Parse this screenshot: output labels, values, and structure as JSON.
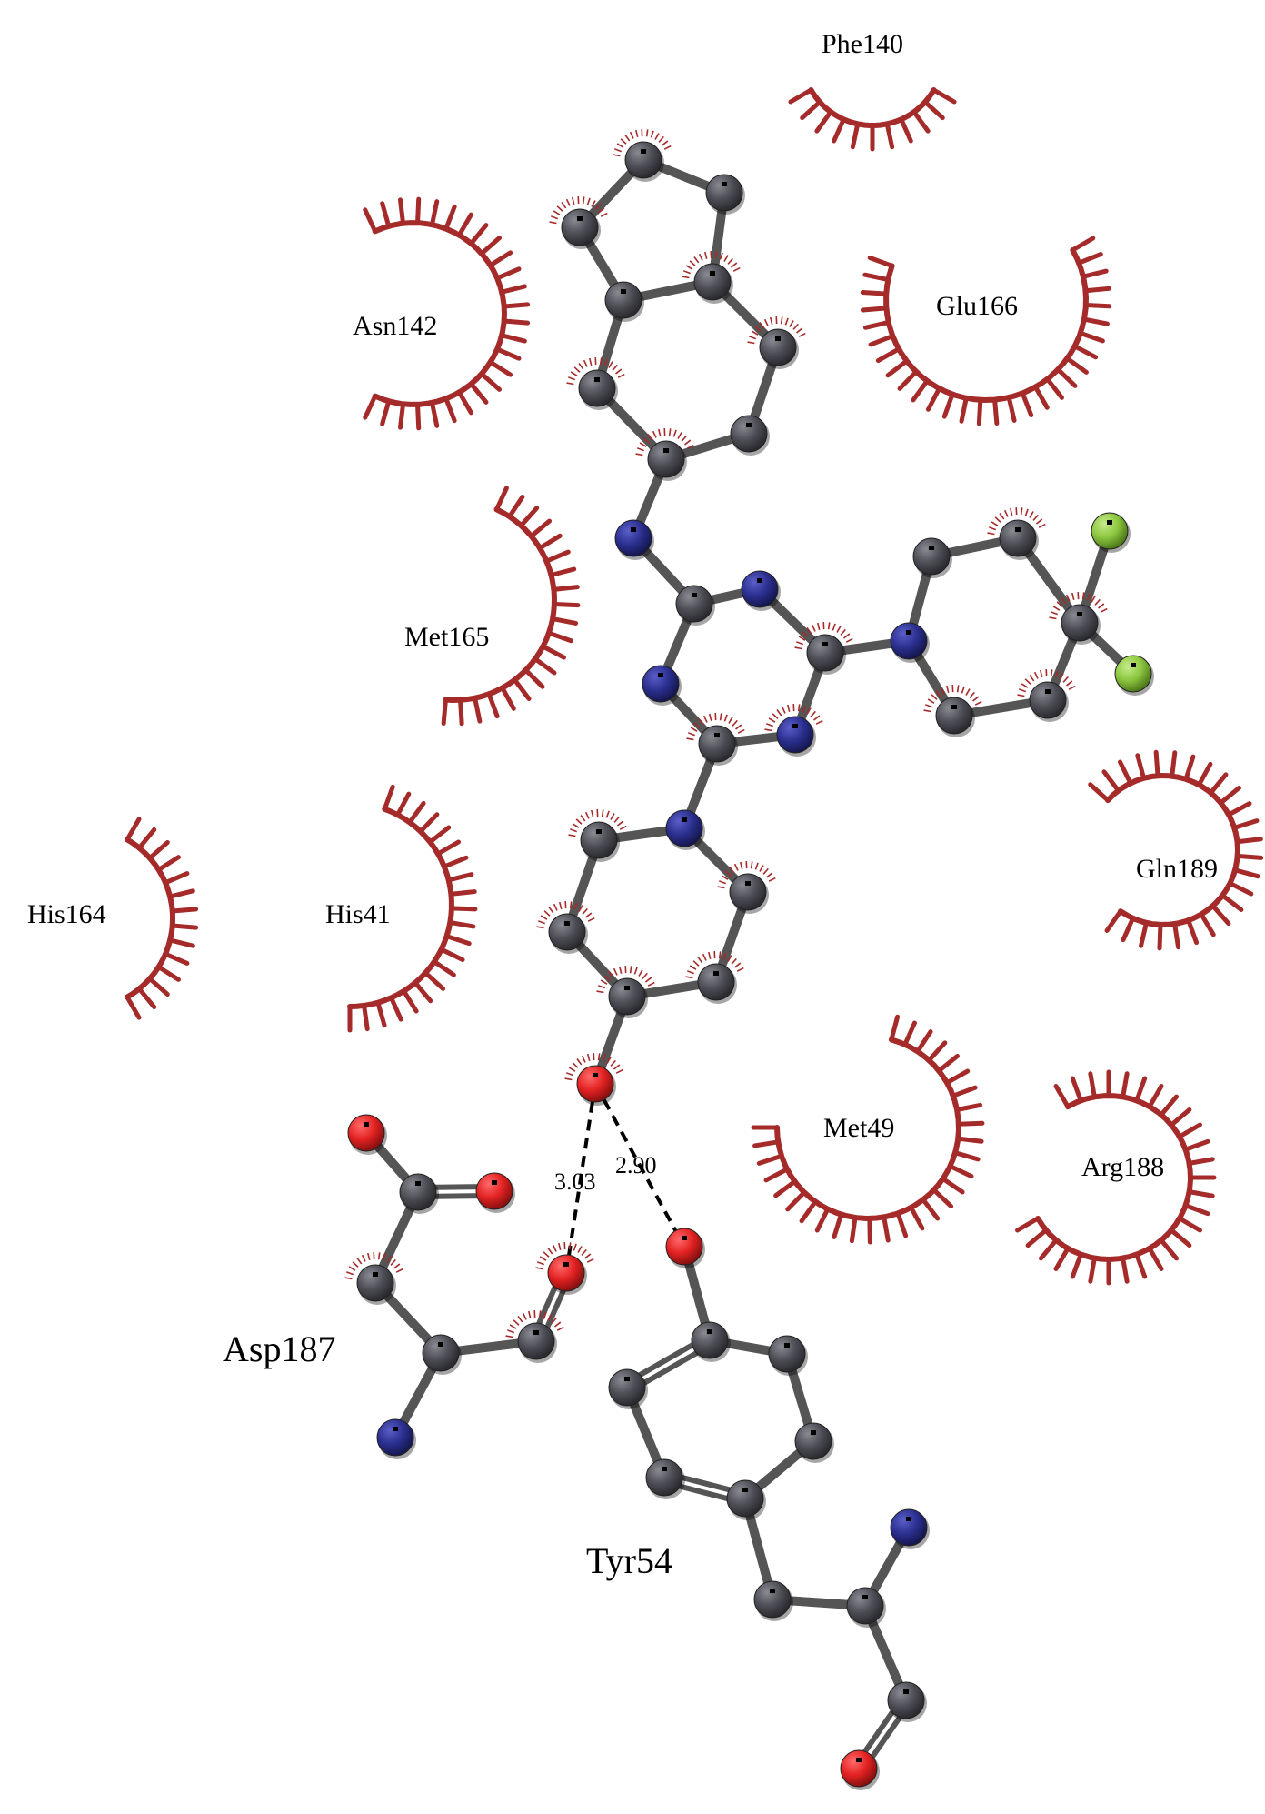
{
  "colors": {
    "hydrophobic": "#a52a2a",
    "carbon": "#4d4d55",
    "nitrogen": "#2b2f8f",
    "oxygen": "#e32222",
    "fluorine": "#8cc63f",
    "bond": "#555555",
    "hbond": "#000000"
  },
  "residues": {
    "phe140": "Phe140",
    "asn142": "Asn142",
    "glu166": "Glu166",
    "met165": "Met165",
    "gln189": "Gln189",
    "his164": "His164",
    "his41": "His41",
    "met49": "Met49",
    "arg188": "Arg188",
    "asp187": "Asp187",
    "tyr54": "Tyr54"
  },
  "hbonds": {
    "d1": "3.03",
    "d2": "2.90"
  }
}
